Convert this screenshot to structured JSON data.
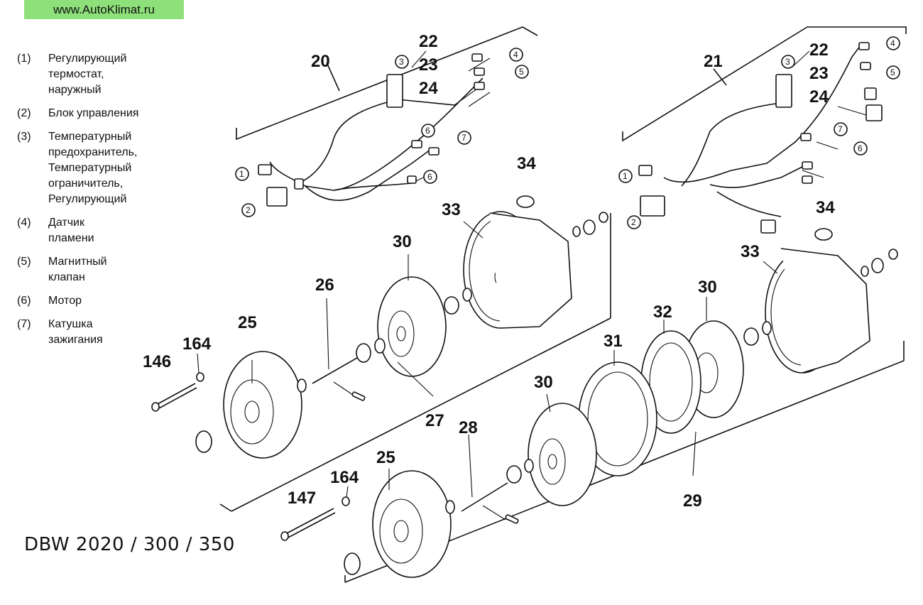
{
  "site_badge": "www.AutoKlimat.ru",
  "model_caption": "DBW 2020 / 300 / 350",
  "legend": [
    {
      "num": "(1)",
      "text": "Регулирующий термостат, наружный"
    },
    {
      "num": "(2)",
      "text": "Блок управления"
    },
    {
      "num": "(3)",
      "text": "Температурный предохранитель, Температурный ограничитель, Регулирующий"
    },
    {
      "num": "(4)",
      "text": "Датчик пламени"
    },
    {
      "num": "(5)",
      "text": "Магнитный клапан"
    },
    {
      "num": "(6)",
      "text": "Мотор"
    },
    {
      "num": "(7)",
      "text": "Катушка зажигания"
    }
  ],
  "part_labels": {
    "p20": "20",
    "p21": "21",
    "p22a": "22",
    "p23a": "23",
    "p24a": "24",
    "p22b": "22",
    "p23b": "23",
    "p24b": "24",
    "p34a": "34",
    "p34b": "34",
    "p33a": "33",
    "p33b": "33",
    "p30a": "30",
    "p30b": "30",
    "p30c": "30",
    "p26": "26",
    "p25a": "25",
    "p25b": "25",
    "p164a": "164",
    "p164b": "164",
    "p146": "146",
    "p147": "147",
    "p27": "27",
    "p28": "28",
    "p29": "29",
    "p31": "31",
    "p32": "32"
  },
  "circle_labels": {
    "cl1a": "1",
    "cl2a": "2",
    "cl3a": "3",
    "cl4a": "4",
    "cl5a": "5",
    "cl6a": "6",
    "cl6c": "6",
    "cl7a": "7",
    "cl1b": "1",
    "cl2b": "2",
    "cl3b": "3",
    "cl4b": "4",
    "cl5b": "5",
    "cl6b": "6",
    "cl7b": "7"
  }
}
